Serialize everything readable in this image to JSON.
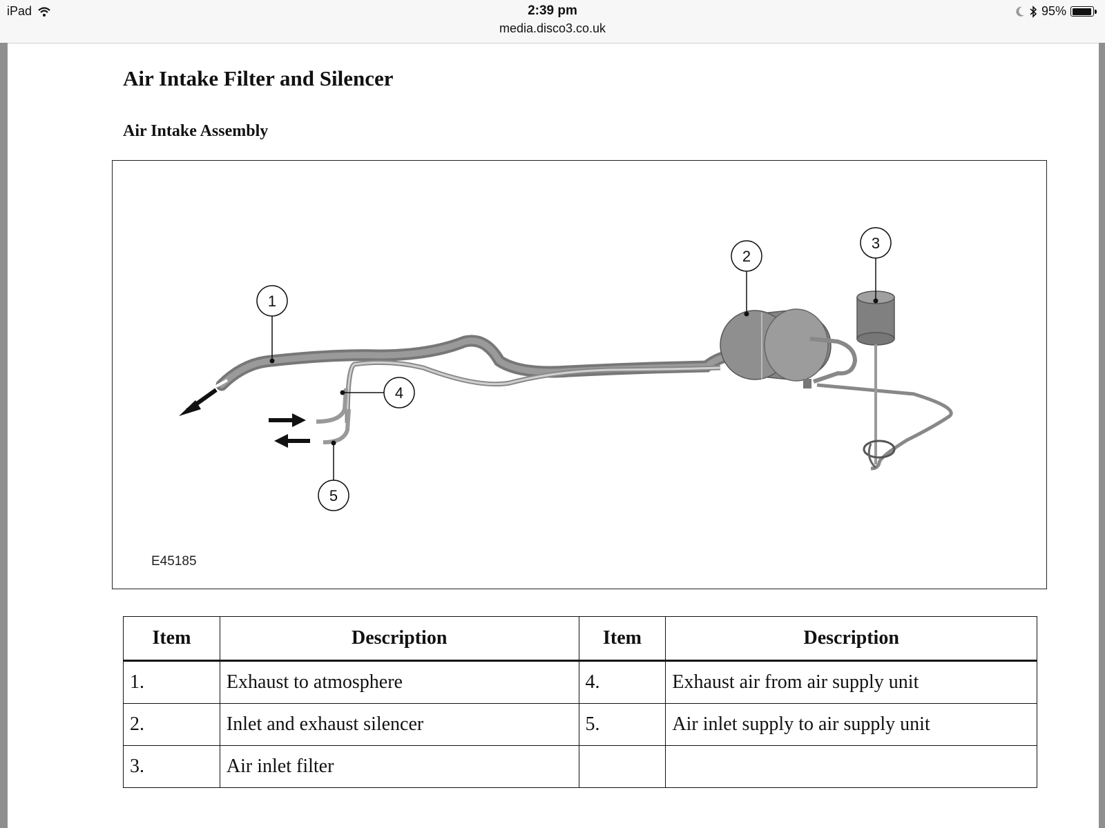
{
  "status_bar": {
    "device": "iPad",
    "time": "2:39 pm",
    "url": "media.disco3.co.uk",
    "battery": "95%",
    "icons": [
      "wifi-icon",
      "moon-icon",
      "bluetooth-icon",
      "battery-icon"
    ]
  },
  "page": {
    "title": "Air Intake Filter and Silencer",
    "subtitle": "Air Intake Assembly"
  },
  "figure": {
    "code": "E45185",
    "callouts": [
      "1",
      "2",
      "3",
      "4",
      "5"
    ]
  },
  "table": {
    "headers": [
      "Item",
      "Description",
      "Item",
      "Description"
    ],
    "rows": [
      [
        "1.",
        "Exhaust to atmosphere",
        "4.",
        "Exhaust air from air supply unit"
      ],
      [
        "2.",
        "Inlet and exhaust silencer",
        "5.",
        "Air inlet supply to air supply unit"
      ],
      [
        "3.",
        "Air inlet filter",
        "",
        ""
      ]
    ]
  }
}
